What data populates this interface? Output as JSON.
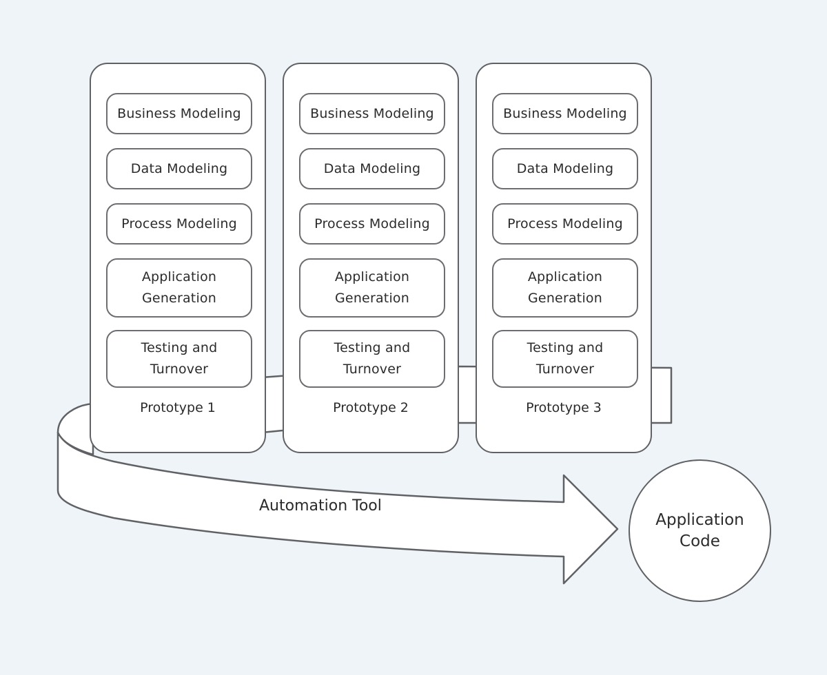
{
  "prototypes": [
    {
      "label": "Prototype 1",
      "steps": [
        "Business Modeling",
        "Data Modeling",
        "Process Modeling",
        "Application\nGeneration",
        "Testing and\nTurnover"
      ]
    },
    {
      "label": "Prototype 2",
      "steps": [
        "Business Modeling",
        "Data Modeling",
        "Process Modeling",
        "Application\nGeneration",
        "Testing and\nTurnover"
      ]
    },
    {
      "label": "Prototype 3",
      "steps": [
        "Business Modeling",
        "Data Modeling",
        "Process Modeling",
        "Application\nGeneration",
        "Testing and\nTurnover"
      ]
    }
  ],
  "automation_tool": "Automation Tool",
  "result": "Application\nCode"
}
